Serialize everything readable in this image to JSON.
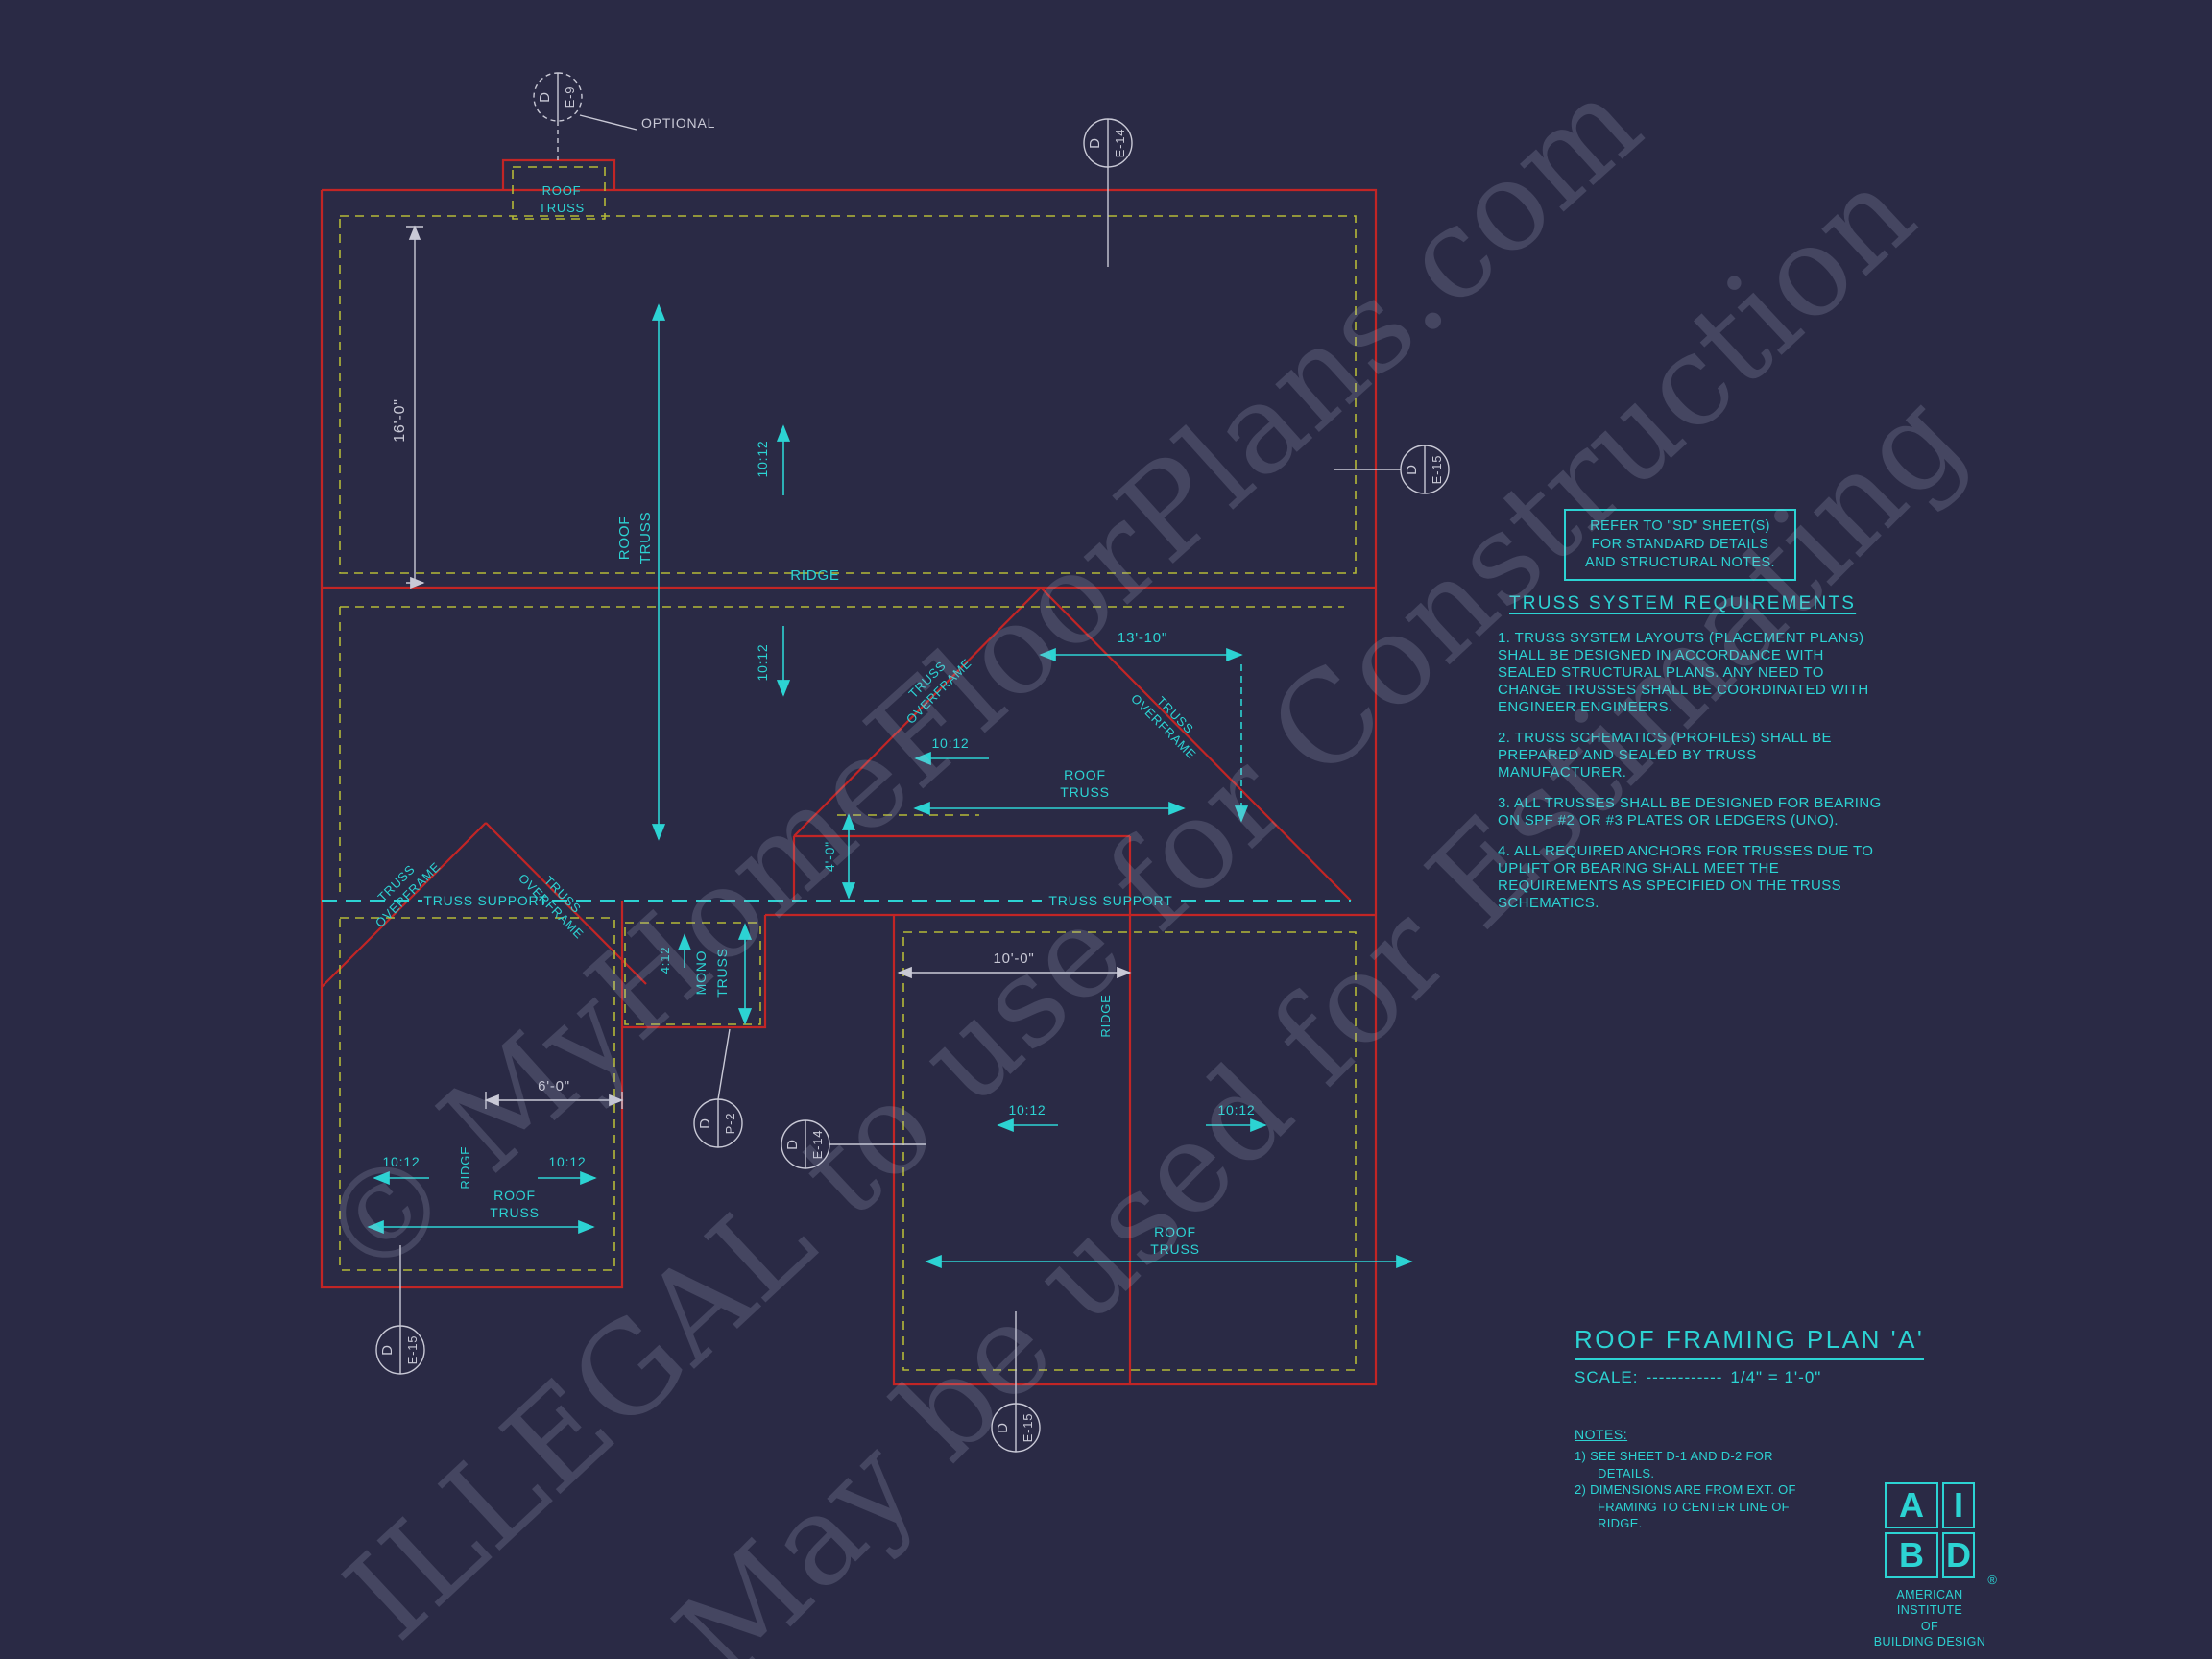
{
  "colors": {
    "red": "#c22525",
    "yellow": "#b5b937",
    "cyan": "#2cd3d3",
    "gray": "#c9c9d6",
    "background": "#2a2a45"
  },
  "plan": {
    "labels": {
      "roof": "ROOF",
      "truss": "TRUSS",
      "ridge": "RIDGE",
      "mono": "MONO",
      "overframe": "OVERFRAME",
      "truss_support": "TRUSS SUPPORT",
      "optional": "OPTIONAL"
    },
    "dims": {
      "d16": "16'-0\"",
      "d13_10": "13'-10\"",
      "d4": "4'-0\"",
      "d6": "6'-0\"",
      "d10": "10'-0\"",
      "s10": "10:12",
      "s4": "4:12"
    },
    "callouts": {
      "d": "D",
      "e9": "E-9",
      "e14": "E-14",
      "e15": "E-15",
      "p2": "P-2"
    }
  },
  "notes_panel": {
    "sd_note_lines": [
      "REFER TO \"SD\" SHEET(S)",
      "FOR STANDARD DETAILS",
      "AND STRUCTURAL NOTES."
    ],
    "requirements_title": "TRUSS SYSTEM REQUIREMENTS",
    "requirements": [
      "1. TRUSS SYSTEM LAYOUTS (PLACEMENT PLANS) SHALL BE DESIGNED IN ACCORDANCE WITH SEALED STRUCTURAL PLANS. ANY NEED TO CHANGE TRUSSES SHALL BE COORDINATED WITH ENGINEER ENGINEERS.",
      "2. TRUSS SCHEMATICS (PROFILES) SHALL BE PREPARED AND SEALED BY TRUSS MANUFACTURER.",
      "3. ALL TRUSSES SHALL BE DESIGNED FOR BEARING ON SPF #2 OR #3 PLATES OR LEDGERS (UNO).",
      "4. ALL REQUIRED ANCHORS FOR TRUSSES DUE TO UPLIFT OR BEARING SHALL MEET THE REQUIREMENTS AS SPECIFIED ON THE TRUSS SCHEMATICS."
    ]
  },
  "title_block": {
    "title": "ROOF FRAMING PLAN 'A'",
    "scale_label": "SCALE:",
    "scale_dashes": "------------",
    "scale_value": "1/4\" = 1'-0\"",
    "notes_title": "NOTES:",
    "notes": [
      "1)  SEE SHEET D-1 AND D-2 FOR DETAILS.",
      "2)  DIMENSIONS ARE FROM EXT. OF FRAMING TO CENTER LINE OF RIDGE."
    ]
  },
  "logo": {
    "a": "A",
    "i": "I",
    "b": "B",
    "d": "D",
    "reg": "®",
    "org_lines": [
      "AMERICAN INSTITUTE",
      "OF",
      "BUILDING DESIGN"
    ]
  },
  "watermarks": [
    "© MyHomeFloorPlans.com",
    "ILLEGAL to use for Construction",
    "May be used for Estimating"
  ]
}
